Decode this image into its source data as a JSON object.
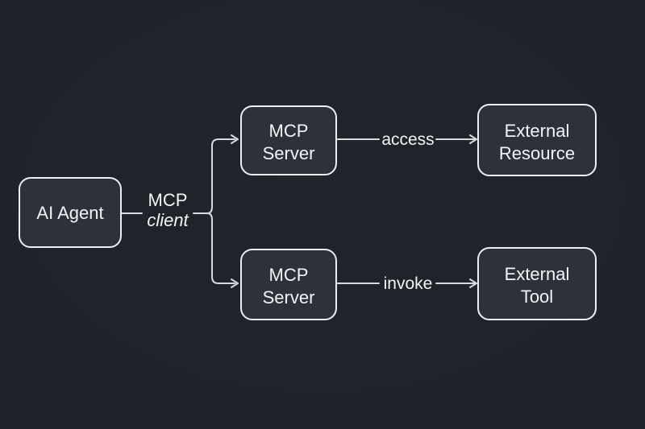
{
  "colors": {
    "background": "#21252b",
    "background_edge": "#1d2127",
    "node_fill": "#2d323a",
    "node_border": "#eceef1",
    "edge_line": "#d7dade",
    "text": "#f2f4f6"
  },
  "nodes": {
    "ai_agent": {
      "label": "AI Agent"
    },
    "mcp_server_top": {
      "line1": "MCP",
      "line2": "Server"
    },
    "mcp_server_bottom": {
      "line1": "MCP",
      "line2": "Server"
    },
    "external_resource": {
      "line1": "External",
      "line2": "Resource"
    },
    "external_tool": {
      "line1": "External",
      "line2": "Tool"
    }
  },
  "edges": {
    "client_label": {
      "line1": "MCP",
      "line2": "client"
    },
    "access_label": "access",
    "invoke_label": "invoke"
  }
}
